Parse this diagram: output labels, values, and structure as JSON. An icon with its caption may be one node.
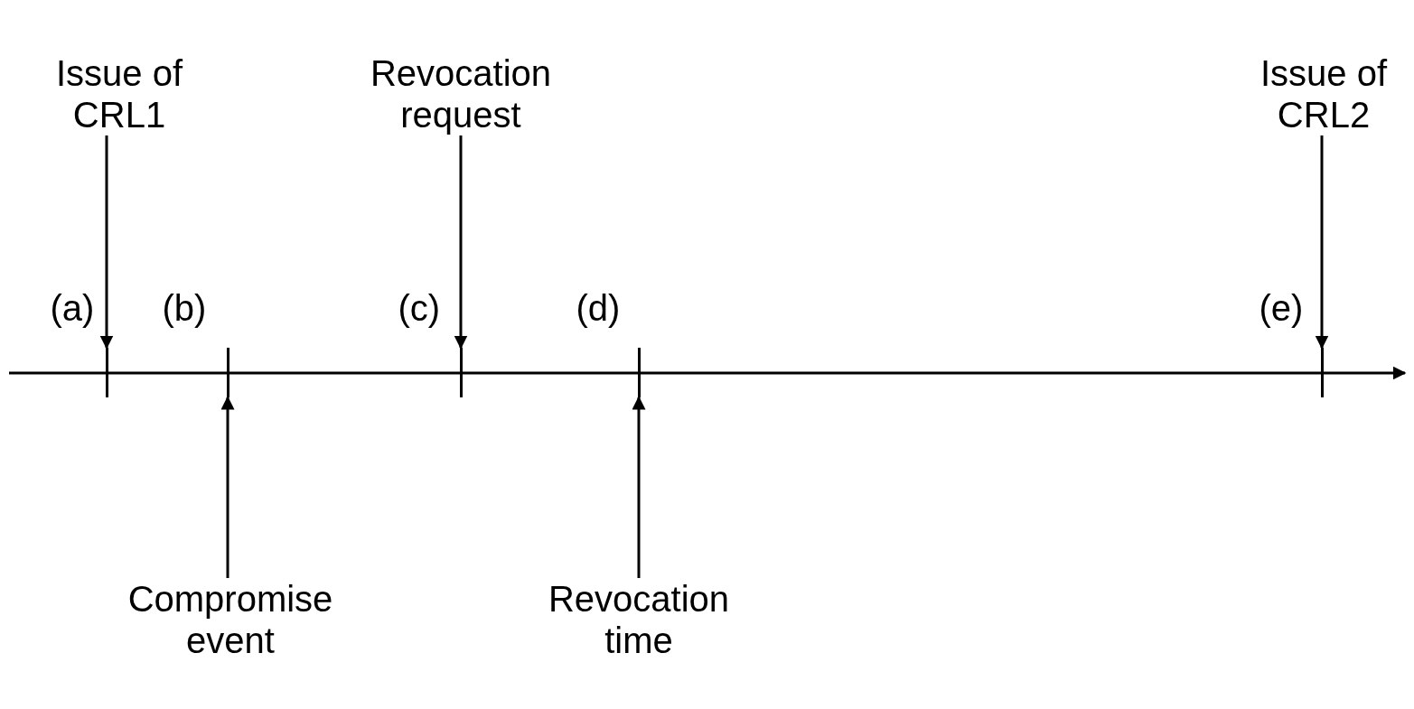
{
  "diagram": {
    "nodes": [
      {
        "text": [
          "Issue of CRL1"
        ]
      },
      {
        "text": [
          "Revocation request"
        ]
      },
      {
        "text": [
          "Issue of CRL2"
        ]
      },
      {
        "text": [],
        "shape": "bar"
      },
      {
        "text": [],
        "shape": "bar"
      },
      {
        "text": [],
        "shape": "bar"
      },
      {
        "text": [],
        "shape": "bar"
      },
      {
        "text": [],
        "shape": "bar"
      },
      {
        "text": [
          "Compromise event"
        ]
      },
      {
        "text": [
          "Revocation time"
        ]
      }
    ],
    "edges": [
      {
        "from": 0,
        "to": 3,
        "arrow": "to"
      },
      {
        "from": 1,
        "to": 5,
        "arrow": "to"
      },
      {
        "from": 2,
        "to": 7,
        "arrow": "to"
      },
      {
        "from": 8,
        "to": 4,
        "arrow": "to"
      },
      {
        "from": 9,
        "to": 6,
        "arrow": "to"
      }
    ],
    "labels": [
      "(a)",
      "(b)",
      "(c)",
      "(d)",
      "(e)"
    ]
  }
}
